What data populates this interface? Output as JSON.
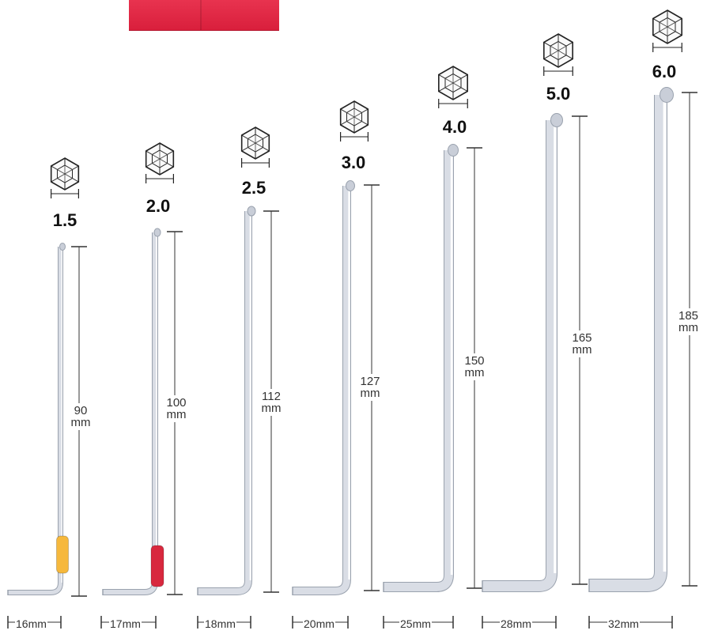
{
  "keys": [
    {
      "size": "1.5",
      "length": "90",
      "unit": "mm",
      "foot": "16mm",
      "grip_color": "#f6b83c"
    },
    {
      "size": "2.0",
      "length": "100",
      "unit": "mm",
      "foot": "17mm",
      "grip_color": "#d8283e"
    },
    {
      "size": "2.5",
      "length": "112",
      "unit": "mm",
      "foot": "18mm"
    },
    {
      "size": "3.0",
      "length": "127",
      "unit": "mm",
      "foot": "20mm"
    },
    {
      "size": "4.0",
      "length": "150",
      "unit": "mm",
      "foot": "25mm"
    },
    {
      "size": "5.0",
      "length": "165",
      "unit": "mm",
      "foot": "28mm"
    },
    {
      "size": "6.0",
      "length": "185",
      "unit": "mm",
      "foot": "32mm"
    }
  ],
  "packaging_color": "#e0263f",
  "steel_color": "#d9dde5"
}
